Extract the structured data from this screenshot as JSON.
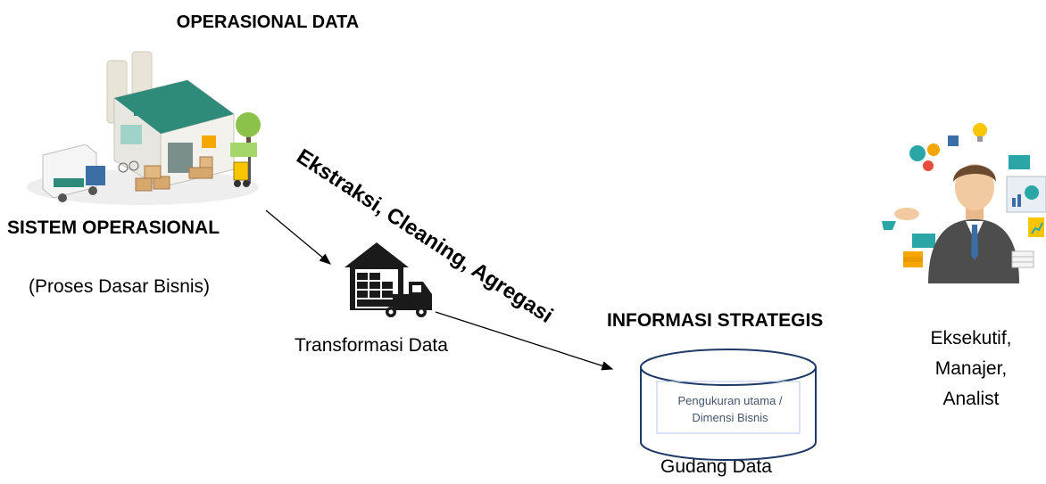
{
  "labels": {
    "operational_data_title": "OPERASIONAL DATA",
    "operational_system": "SISTEM OPERASIONAL",
    "business_process": "(Proses Dasar Bisnis)",
    "transformation": "Transformasi Data",
    "diagonal_process": "Ekstraksi, Cleaning, Agregasi",
    "strategic_info": "INFORMASI STRATEGIS",
    "database_content": [
      "Pengukuran utama /",
      "Dimensi Bisnis"
    ],
    "data_warehouse": "Gudang Data",
    "roles": [
      "Eksekutif,",
      "Manajer,",
      "Analist"
    ]
  },
  "icons": {
    "factory": "factory-illustration",
    "truck": "warehouse-truck-icon",
    "database": "database-cylinder-icon",
    "user": "business-analyst-illustration"
  },
  "colors": {
    "factory_roof": "#2e8b7a",
    "factory_wall": "#e8e6e0",
    "tree": "#8bc34a",
    "db_stroke": "#1f3864",
    "person_suit": "#4d4d4d",
    "person_skin": "#f2c9a0",
    "accent_orange": "#f7a600",
    "accent_teal": "#2aa6a6"
  }
}
